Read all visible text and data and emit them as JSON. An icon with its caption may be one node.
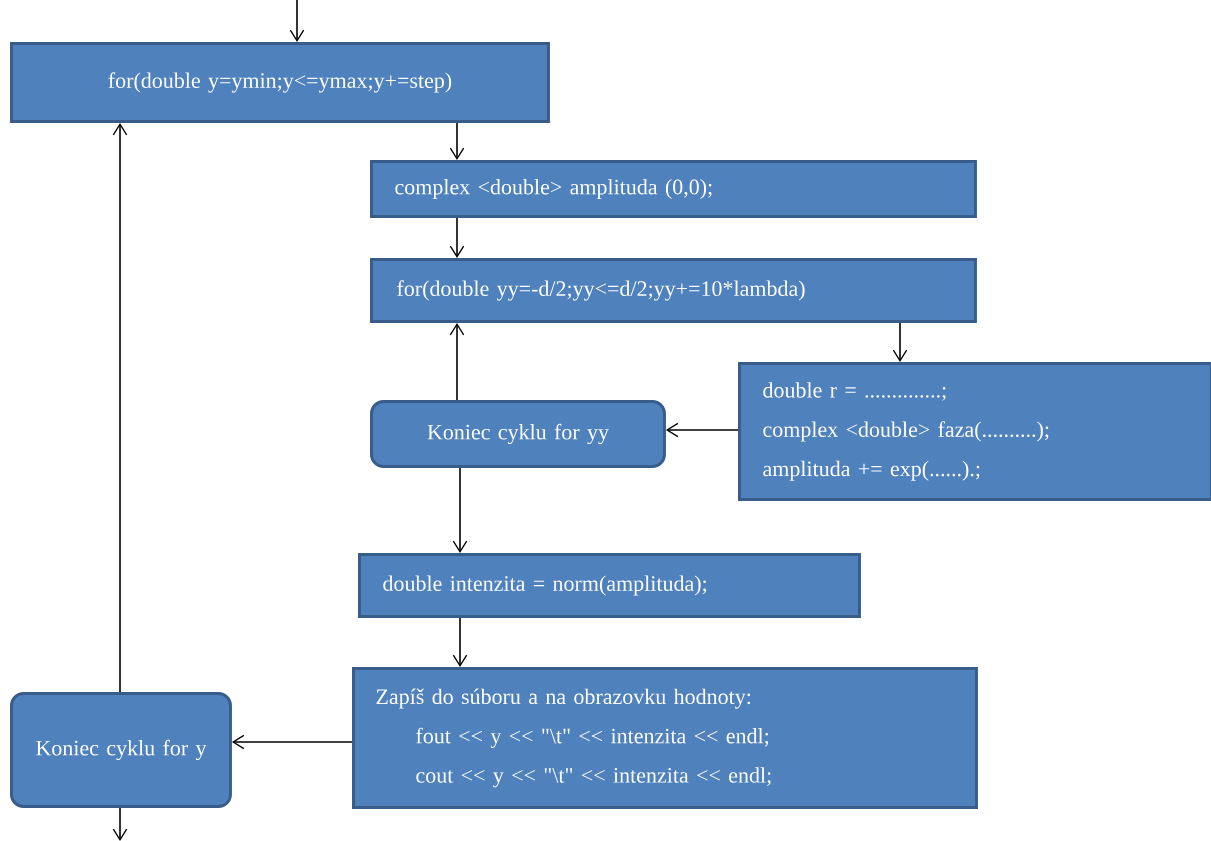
{
  "diagram": {
    "nodes": [
      {
        "text": [
          "for(double y=ymin;y<=ymax;y+=step)"
        ]
      },
      {
        "text": [
          "complex <double> amplituda (0,0);"
        ]
      },
      {
        "text": [
          "for(double yy=-d/2;yy<=d/2;yy+=10*lambda)"
        ]
      },
      {
        "text": [
          "double r = ..............;",
          "complex <double> faza(..........);",
          "amplituda += exp(......).;"
        ]
      },
      {
        "text": [
          "Koniec cyklu for yy"
        ]
      },
      {
        "text": [
          "double intenzita = norm(amplituda);"
        ]
      },
      {
        "text": [
          "Zapíš do súboru a na obrazovku  hodnoty:",
          "fout  << y  <<  \"\\t\" << intenzita << endl;",
          "cout  << y  <<  \"\\t\" << intenzita << endl;"
        ]
      },
      {
        "text": [
          "Koniec cyklu for y"
        ]
      }
    ],
    "edges": [
      {
        "from": null,
        "to": 0,
        "arrow": "to"
      },
      {
        "from": 0,
        "to": 1,
        "arrow": "to"
      },
      {
        "from": 1,
        "to": 2,
        "arrow": "to"
      },
      {
        "from": 2,
        "to": 3,
        "arrow": "to"
      },
      {
        "from": 3,
        "to": 4,
        "arrow": "to"
      },
      {
        "from": 4,
        "to": 2,
        "arrow": "to"
      },
      {
        "from": 4,
        "to": 5,
        "arrow": "to"
      },
      {
        "from": 5,
        "to": 6,
        "arrow": "to"
      },
      {
        "from": 6,
        "to": 7,
        "arrow": "to"
      },
      {
        "from": 7,
        "to": 0,
        "arrow": "to"
      },
      {
        "from": 7,
        "to": null,
        "arrow": "to"
      }
    ]
  }
}
